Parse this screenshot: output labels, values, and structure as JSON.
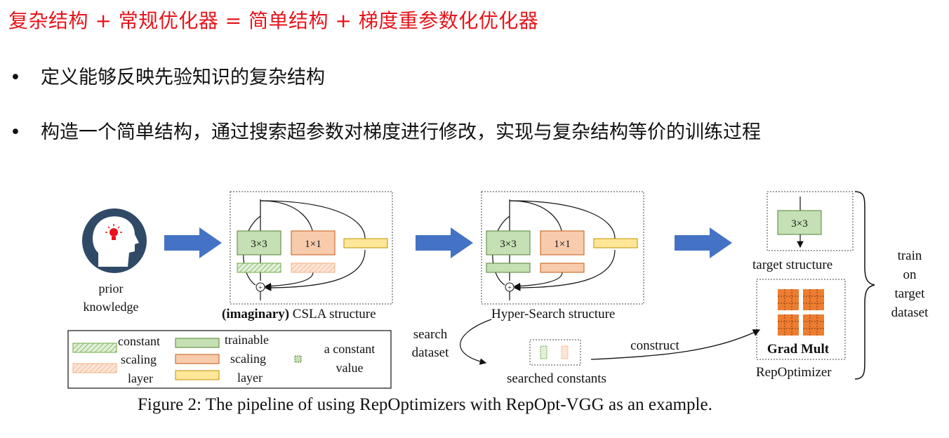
{
  "heading": "复杂结构 + 常规优化器 = 简单结构 + 梯度重参数化优化器",
  "bullets": [
    "定义能够反映先验知识的复杂结构",
    "构造一个简单结构，通过搜索超参数对梯度进行修改，实现与复杂结构等价的训练过程"
  ],
  "figure": {
    "prior_line1": "prior",
    "prior_line2": "knowledge",
    "block_3x3": "3×3",
    "block_1x1": "1×1",
    "csla_caption_bold": "(imaginary)",
    "csla_caption_rest": " CSLA structure",
    "hyper_caption": "Hyper-Search structure",
    "target_caption": "target structure",
    "gradmult_label": "Grad Mult",
    "repopt_caption": "RepOptimizer",
    "train_lines": [
      "train",
      "on",
      "target",
      "dataset"
    ],
    "search_lines": [
      "search",
      "dataset"
    ],
    "construct_label": "construct",
    "searched_constants": "searched constants",
    "legend": {
      "constant": "constant",
      "scaling": "scaling",
      "layer": "layer",
      "trainable": "trainable",
      "t_scaling": "scaling",
      "t_layer": "layer",
      "const_value_1": "a constant",
      "const_value_2": "value"
    },
    "caption": "Figure 2: The pipeline of using RepOptimizers with RepOpt-VGG as an example."
  },
  "colors": {
    "heading": "#e8141b",
    "arrow_blue": "#4472c4",
    "conv_green": "#c5e0b4",
    "conv_green_border": "#548235",
    "conv_orange": "#f8cbad",
    "conv_orange_border": "#c55a11",
    "bn_yellow": "#ffe699",
    "bn_yellow_border": "#bf9000",
    "gradmult_orange": "#ed7d31",
    "head_icon": "#2f4a66"
  }
}
